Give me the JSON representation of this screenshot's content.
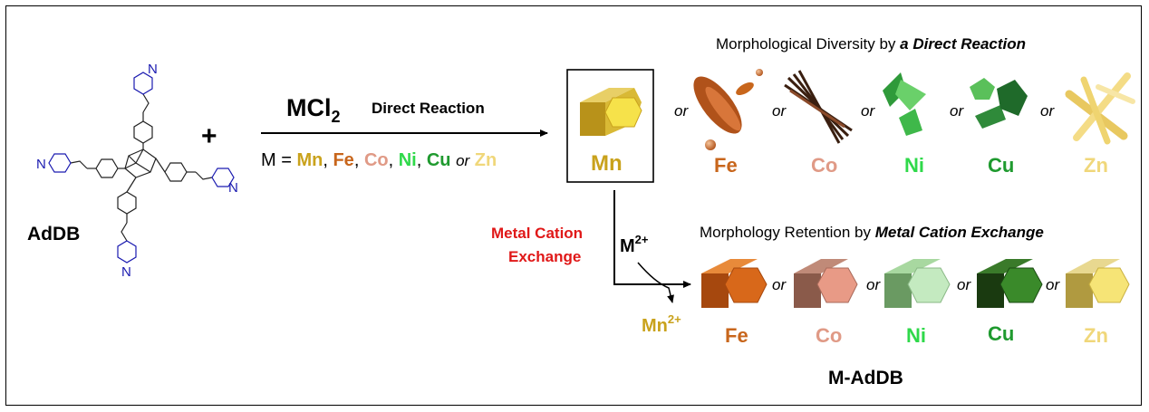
{
  "colors": {
    "Mn": "#c9a21c",
    "Fe": "#c8661c",
    "Co": "#e09a86",
    "Ni": "#2fd94a",
    "Cu": "#1f9a2f",
    "Zn": "#f0d77a",
    "exchange_label": "#e01818",
    "ligand_ring": "#1a1ab0"
  },
  "ligand": {
    "label": "AdDB",
    "n_atom": "N",
    "plus": "+"
  },
  "reaction": {
    "reagent_main": "MCl",
    "reagent_sub": "2",
    "direct_label": "Direct Reaction",
    "metal_prefix": "M = ",
    "metals": [
      "Mn",
      "Fe",
      "Co",
      "Ni",
      "Cu"
    ],
    "comma": ",",
    "or_word": "or",
    "last_metal": "Zn"
  },
  "mn_box": {
    "label": "Mn"
  },
  "direct_section": {
    "title_plain": "Morphological Diversity by ",
    "title_emph": "a Direct Reaction",
    "or_word": "or",
    "products": [
      "Fe",
      "Co",
      "Ni",
      "Cu",
      "Zn"
    ]
  },
  "exchange_section": {
    "side_label_line1": "Metal Cation",
    "side_label_line2": "Exchange",
    "incoming_ion": "M",
    "incoming_charge": "2+",
    "outgoing_ion": "Mn",
    "outgoing_charge": "2+",
    "title_plain": "Morphology Retention by ",
    "title_emph": "Metal Cation Exchange",
    "or_word": "or",
    "products": [
      "Fe",
      "Co",
      "Ni",
      "Cu",
      "Zn"
    ],
    "product_family": "M-AdDB"
  }
}
